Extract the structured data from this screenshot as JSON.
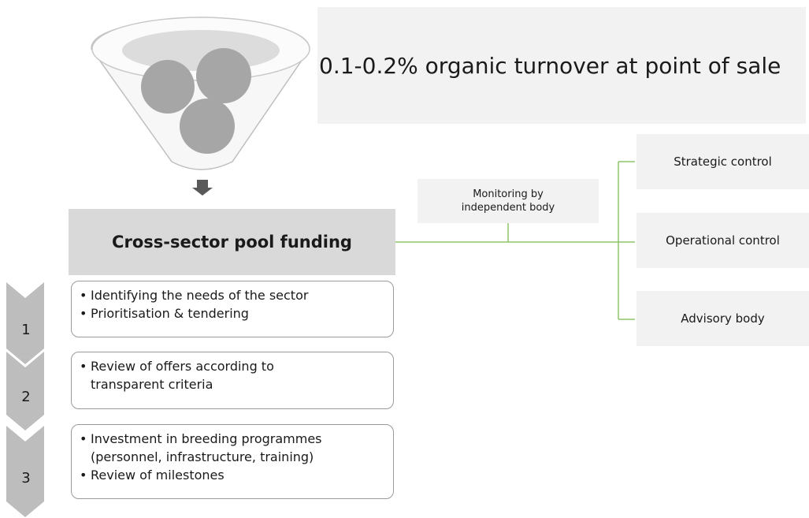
{
  "funding_source": {
    "turnover_text": "0.1-0.2% organic turnover at point of sale"
  },
  "pool": {
    "title": "Cross-sector pool funding"
  },
  "monitoring": {
    "line1": "Monitoring by",
    "line2": "independent body"
  },
  "controls": [
    {
      "label": "Strategic control"
    },
    {
      "label": "Operational control"
    },
    {
      "label": "Advisory body"
    }
  ],
  "steps": [
    {
      "number": "1",
      "bullets": [
        "Identifying the needs of the sector",
        "Prioritisation & tendering"
      ]
    },
    {
      "number": "2",
      "bullets": [
        "Review of offers according to transparent criteria"
      ]
    },
    {
      "number": "3",
      "bullets": [
        "Investment in breeding programmes (personnel, infrastructure, training)",
        "Review of milestones"
      ]
    }
  ],
  "colors": {
    "connector_green": "#8dc56a",
    "chevron_grey": "#bdbdbd",
    "box_light": "#f2f2f2",
    "box_mid": "#d9d9d9",
    "coin_grey": "#a6a6a6"
  }
}
